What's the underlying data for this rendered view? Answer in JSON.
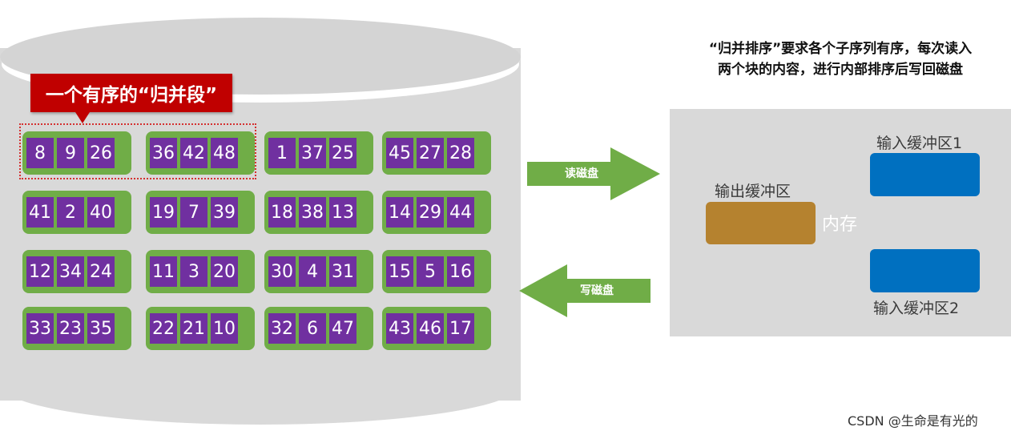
{
  "callout": {
    "text": "一个有序的“归并段”"
  },
  "runs": [
    [
      "8",
      "9",
      "26"
    ],
    [
      "36",
      "42",
      "48"
    ],
    [
      "1",
      "37",
      "25"
    ],
    [
      "45",
      "27",
      "28"
    ],
    [
      "41",
      "2",
      "40"
    ],
    [
      "19",
      "7",
      "39"
    ],
    [
      "18",
      "38",
      "13"
    ],
    [
      "14",
      "29",
      "44"
    ],
    [
      "12",
      "34",
      "24"
    ],
    [
      "11",
      "3",
      "20"
    ],
    [
      "30",
      "4",
      "31"
    ],
    [
      "15",
      "5",
      "16"
    ],
    [
      "33",
      "23",
      "35"
    ],
    [
      "22",
      "21",
      "10"
    ],
    [
      "32",
      "6",
      "47"
    ],
    [
      "43",
      "46",
      "17"
    ]
  ],
  "arrows": {
    "read_label": "读磁盘",
    "write_label": "写磁盘"
  },
  "description": {
    "line1": "“归并排序”要求各个子序列有序，每次读入",
    "line2": "两个块的内容，进行内部排序后写回磁盘"
  },
  "memory": {
    "label": "内存",
    "output_buffer": "输出缓冲区",
    "input_buffer_1": "输入缓冲区1",
    "input_buffer_2": "输入缓冲区2"
  },
  "colors": {
    "run_border": "#70ad47",
    "cell": "#7030a0",
    "callout": "#c00000",
    "arrow": "#70ad47",
    "output_buffer": "#b5822f",
    "input_buffer": "#0070c0",
    "disk": "#d9d9d9"
  },
  "credit": "CSDN @生命是有光的"
}
